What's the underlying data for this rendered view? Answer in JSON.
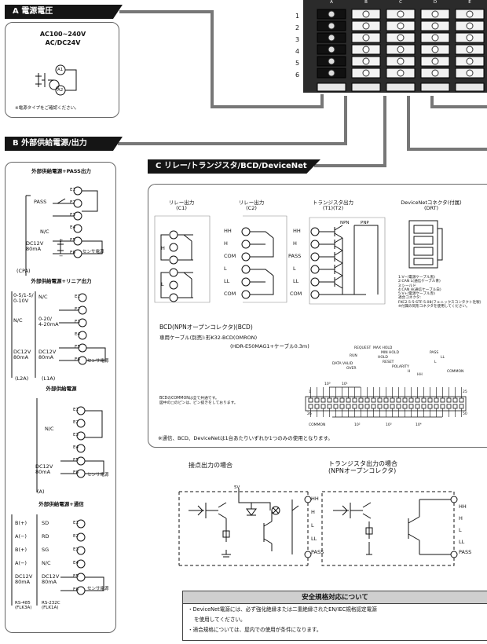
{
  "header_a": {
    "label": "A  電源電圧"
  },
  "panel_a": {
    "voltage_line1": "AC100~240V",
    "voltage_line2": "AC/DC24V",
    "terminal_a1": "A1",
    "terminal_a2": "A2",
    "note": "※電源タイプをご確認ください。"
  },
  "terminal_block": {
    "columns": [
      "A",
      "B",
      "C",
      "D",
      "E"
    ],
    "rows": [
      "1",
      "2",
      "3",
      "4",
      "5",
      "6"
    ]
  },
  "header_b": {
    "label": "B  外部供給電源/出力"
  },
  "panel_b": {
    "s1": {
      "title": "外部供給電源+PASS出力",
      "pass": "PASS",
      "nc": "N/C",
      "dc": "DC12V\n80mA",
      "sensor": "センサ電源",
      "code": "(CPA)",
      "plus": "+",
      "minus": "−",
      "terms": [
        "E1",
        "E2",
        "E3",
        "E4",
        "E5",
        "E6"
      ]
    },
    "s2": {
      "title": "外部供給電源+リニア出力",
      "left_range": "0-5/1-5/\n0-10V",
      "left_nc": "N/C",
      "left_dc": "DC12V\n80mA",
      "right_nc": "N/C",
      "right_range": "0-20/\n4-20mA",
      "right_dc": "DC12V\n80mA",
      "sensor": "センサ電源",
      "code_left": "(L2A)",
      "code_right": "(L1A)",
      "terms": [
        "E1",
        "E2",
        "E3",
        "E4",
        "E5",
        "E6"
      ]
    },
    "s3": {
      "title": "外部供給電源",
      "nc": "N/C",
      "dc": "DC12V\n80mA",
      "sensor": "センサ電源",
      "code": "(A)",
      "terms": [
        "E1",
        "E2",
        "E3",
        "E4",
        "E5",
        "E6"
      ]
    },
    "s4": {
      "title": "外部供給電源+通信",
      "left_labels": [
        "B(+)",
        "A(−)",
        "B(+)",
        "A(−)",
        "DC12V\n80mA"
      ],
      "right_labels": [
        "SD",
        "RD",
        "SG",
        "N/C",
        "DC12V\n80mA"
      ],
      "sensor": "センサ電源",
      "code_left": "RS-485\n(FLK3A)",
      "code_right": "RS-232C\n(FLK1A)",
      "terms": [
        "E1",
        "E2",
        "E3",
        "E4",
        "E5",
        "E6"
      ]
    }
  },
  "header_c": {
    "label": "C  リレー/トランジスタ/BCD/DeviceNet"
  },
  "panel_c": {
    "relay1_title": "リレー出力\n(C1)",
    "relay1_labels": [
      "H",
      "L"
    ],
    "relay2_title": "リレー出力\n(C2)",
    "relay2_labels": [
      "HH",
      "H",
      "COM",
      "L",
      "LL",
      "COM"
    ],
    "trans_title": "トランジスタ出力\n(T1)(T2)",
    "trans_labels": [
      "HH",
      "H",
      "PASS",
      "L",
      "LL",
      "COM"
    ],
    "npn": "NPN",
    "pnp": "PNP",
    "devicenet_title": "DeviceNetコネクタ(付属)\n(DRT)",
    "devicenet_pins": "1:V−(電源ケーブル黒)\n2:CAN L(通信ケーブル青)\n3:シールド\n4:CAN H(通信ケーブル白)\n5:V+(電源ケーブル赤)\n適合コネクタ:\nFKC2.5-5-STF-5.08(フェニックスコンタクト社製)\n※付属の同形コネクタを使用してください。",
    "bcd_title": "BCD(NPNオープンコレクタ)(BCD)",
    "bcd_cable_line1": "専用ケーブル(別売):形K32-BCD(OMRON)",
    "bcd_cable_line2": "(HDR-E50MAG1+ケーブル0.3m)",
    "bcd_signals": [
      "REQUEST",
      "MAX HOLD",
      "MIN HOLD",
      "HOLD",
      "RESET",
      "RUN",
      "DATA VALID",
      "OVER",
      "POLARITY",
      "PASS",
      "LL",
      "L",
      "H",
      "HH",
      "COMMON"
    ],
    "bcd_groups": [
      "10⁰",
      "10¹",
      "10²",
      "10³",
      "10⁴"
    ],
    "bcd_pin_left_top": "1",
    "bcd_pin_right_top": "25",
    "bcd_pin_left_bottom": "26",
    "bcd_pin_right_bottom": "50",
    "bcd_common": "COMMON",
    "bcd_note": "BCDのCOMMONは全て共通です。\n図中の□のピンは、ピン抜きをしております。",
    "footnote": "※通信、BCD、DeviceNetは1台あたりいずれか1つのみの使用となります。"
  },
  "contact_circuit": {
    "title": "接点出力の場合",
    "supply": "5V",
    "labels": [
      "HH",
      "H",
      "L",
      "LL",
      "PASS"
    ]
  },
  "transistor_circuit": {
    "title": "トランジスタ出力の場合\n(NPNオープンコレクタ)",
    "labels": [
      "HH",
      "H",
      "L",
      "LL",
      "PASS"
    ]
  },
  "safety": {
    "title": "安全規格対応について",
    "line1": "・DeviceNet電源には、必ず強化絶縁または二重絶縁されたEN/IEC規格認定電源",
    "line2": "を使用してください。",
    "line3": "・適合規格については、屋内での使用が条件になります。"
  }
}
